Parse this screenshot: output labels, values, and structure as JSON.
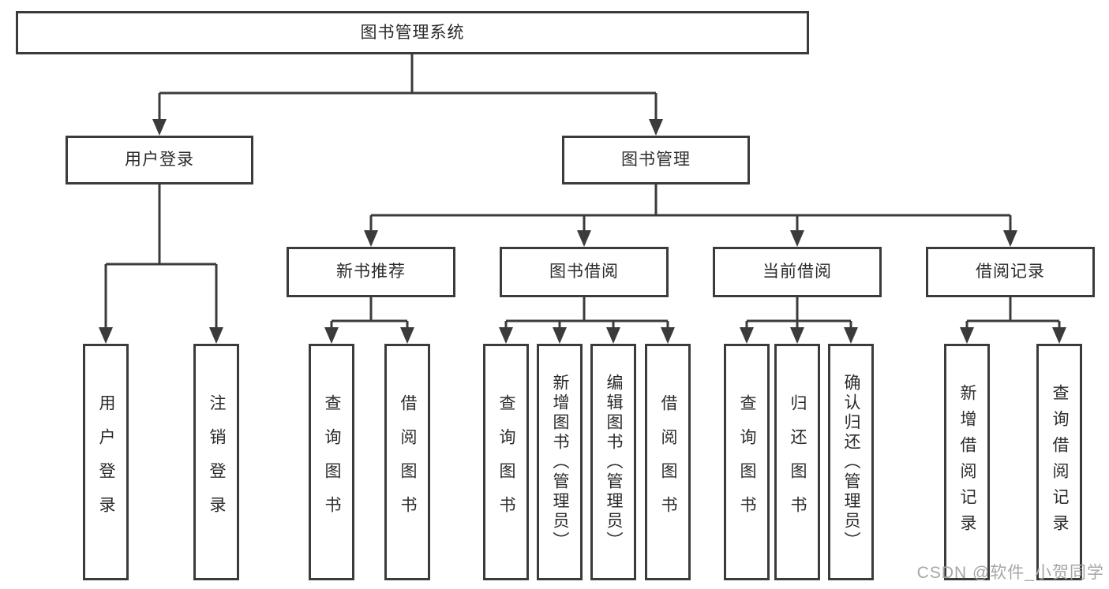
{
  "diagram": {
    "watermark": "CSDN @软件_小贺同学",
    "colors": {
      "line": "#3b3b3b",
      "text": "#2b2b2b",
      "background": "#ffffff",
      "watermark": "#a6a6a6"
    },
    "root": {
      "label": "图书管理系统",
      "children": [
        {
          "label": "用户登录",
          "children": [
            {
              "label": "用户登录"
            },
            {
              "label": "注销登录"
            }
          ]
        },
        {
          "label": "图书管理",
          "children": [
            {
              "label": "新书推荐",
              "children": [
                {
                  "label": "查询图书"
                },
                {
                  "label": "借阅图书"
                }
              ]
            },
            {
              "label": "图书借阅",
              "children": [
                {
                  "label": "查询图书"
                },
                {
                  "label": "新增图书（管理员）"
                },
                {
                  "label": "编辑图书（管理员）"
                },
                {
                  "label": "借阅图书"
                }
              ]
            },
            {
              "label": "当前借阅",
              "children": [
                {
                  "label": "查询图书"
                },
                {
                  "label": "归还图书"
                },
                {
                  "label": "确认归还（管理员）"
                }
              ]
            },
            {
              "label": "借阅记录",
              "children": [
                {
                  "label": "新增借阅记录"
                },
                {
                  "label": "查询借阅记录"
                }
              ]
            }
          ]
        }
      ]
    }
  }
}
